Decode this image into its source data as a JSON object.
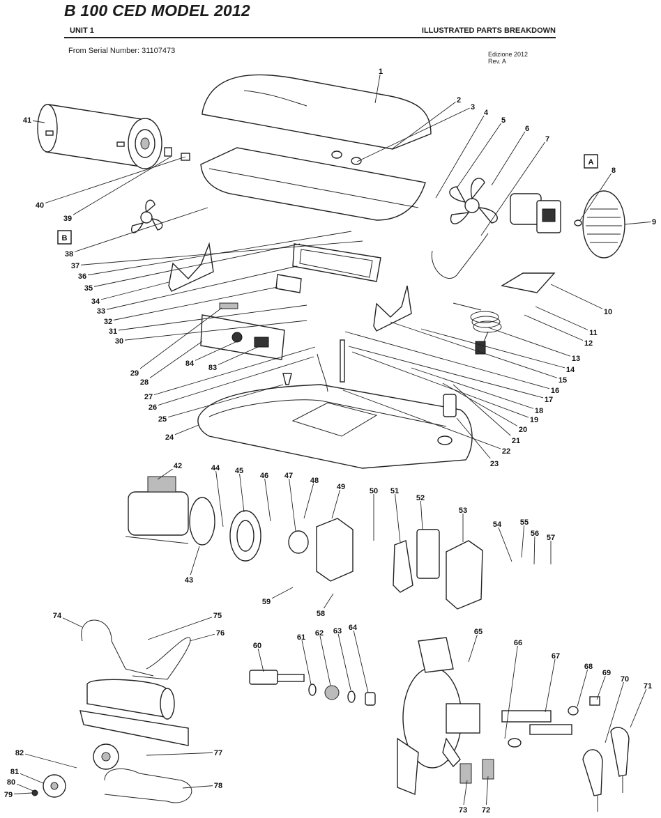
{
  "header": {
    "title": "B 100 CED MODEL 2012",
    "unit": "UNIT 1",
    "section": "ILLUSTRATED PARTS BREAKDOWN",
    "serial": "From Serial Number: 31107473",
    "edition_line1": "Edizione 2012",
    "edition_line2": "Rev. A"
  },
  "callout_boxes": [
    "A",
    "B"
  ],
  "part_numbers": [
    "1",
    "2",
    "3",
    "4",
    "5",
    "6",
    "7",
    "8",
    "9",
    "10",
    "11",
    "12",
    "13",
    "14",
    "15",
    "16",
    "17",
    "18",
    "19",
    "20",
    "21",
    "22",
    "23",
    "24",
    "25",
    "26",
    "27",
    "28",
    "29",
    "30",
    "31",
    "32",
    "33",
    "34",
    "35",
    "36",
    "37",
    "38",
    "39",
    "40",
    "41",
    "42",
    "43",
    "44",
    "45",
    "46",
    "47",
    "48",
    "49",
    "50",
    "51",
    "52",
    "53",
    "54",
    "55",
    "56",
    "57",
    "58",
    "59",
    "60",
    "61",
    "62",
    "63",
    "64",
    "65",
    "66",
    "67",
    "68",
    "69",
    "70",
    "71",
    "72",
    "73",
    "74",
    "75",
    "76",
    "77",
    "78",
    "79",
    "80",
    "81",
    "82",
    "83",
    "84"
  ]
}
